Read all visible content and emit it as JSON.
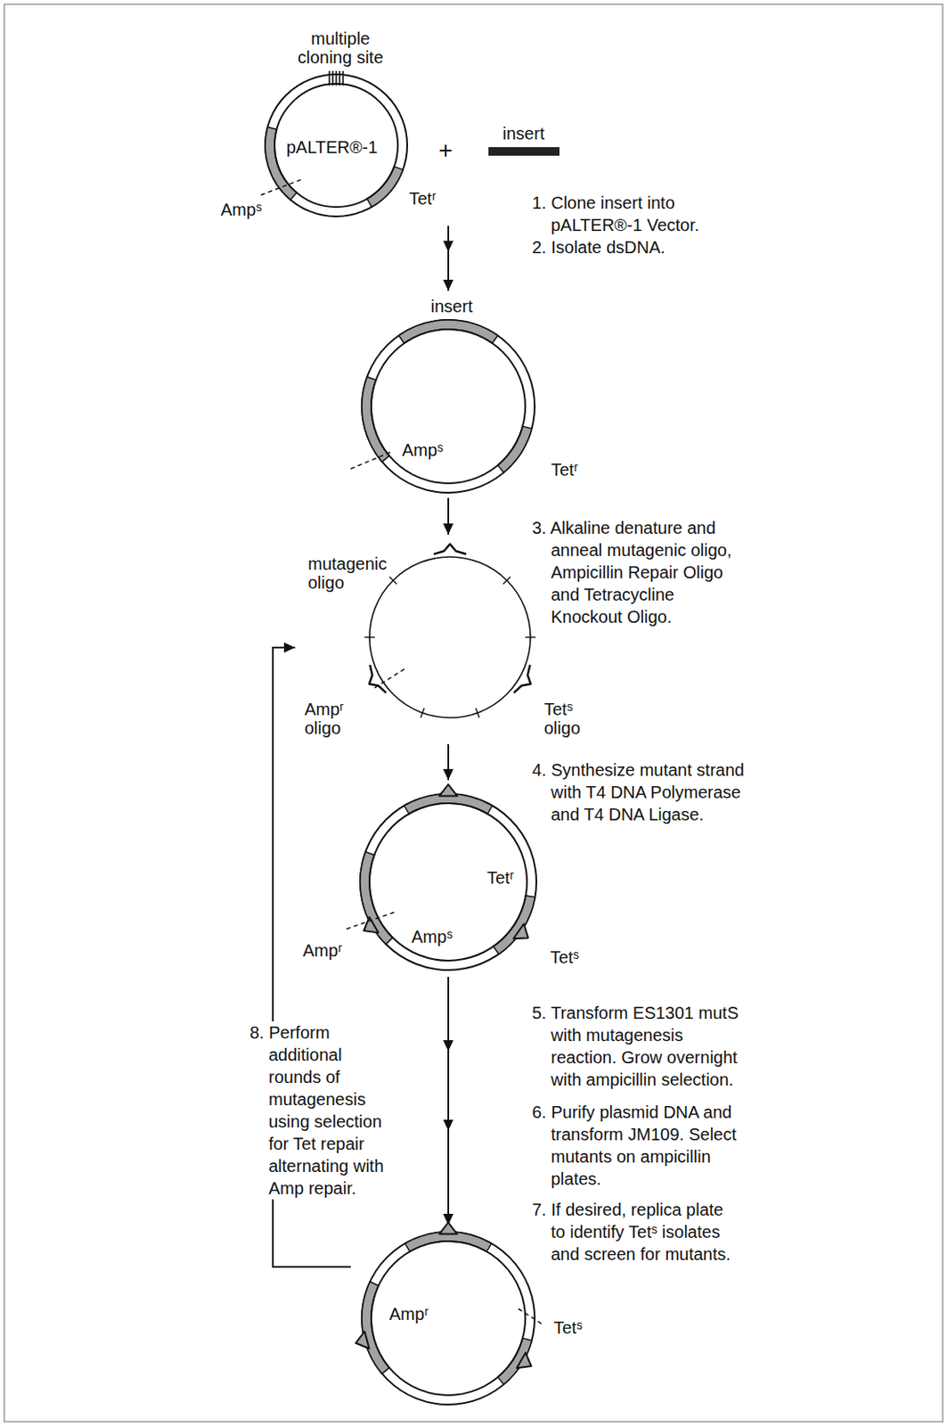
{
  "diagram": {
    "nodes": [
      {
        "text": [
          "multiple cloning site",
          "pALTER®-1",
          "Ampˢ",
          "Tetʳ"
        ]
      },
      {
        "text": [
          "insert"
        ]
      },
      {
        "text": [
          "insert",
          "Ampˢ",
          "Tetʳ"
        ]
      },
      {
        "text": [
          "mutagenic oligo",
          "Ampʳ oligo",
          "Tetˢ oligo"
        ]
      },
      {
        "text": [
          "Tetʳ",
          "Ampʳ",
          "Ampˢ",
          "Tetˢ"
        ]
      },
      {
        "text": [
          "Ampʳ",
          "Tetˢ"
        ]
      }
    ],
    "edges": [
      {
        "from": 0,
        "to": 2,
        "arrow": "to"
      },
      {
        "from": 2,
        "to": 3,
        "arrow": "to"
      },
      {
        "from": 3,
        "to": 4,
        "arrow": "to"
      },
      {
        "from": 4,
        "to": 5,
        "arrow": "to"
      },
      {
        "from": 5,
        "to": 3,
        "arrow": "to"
      }
    ],
    "labels": [
      "+",
      "1. Clone insert into pALTER®-1 Vector.",
      "2. Isolate dsDNA.",
      "3. Alkaline denature and anneal mutagenic oligo, Ampicillin Repair Oligo and Tetracycline Knockout Oligo.",
      "4. Synthesize mutant strand with T4 DNA Polymerase and T4 DNA Ligase.",
      "5. Transform ES1301 mutS with mutagenesis reaction. Grow overnight with ampicillin selection.",
      "6. Purify plasmid DNA and transform JM109. Select mutants on ampicillin plates.",
      "7. If desired, replica plate to identify Tetˢ isolates and screen for mutants.",
      "8. Perform additional rounds of mutagenesis using selection for Tet repair alternating with Amp repair."
    ]
  }
}
